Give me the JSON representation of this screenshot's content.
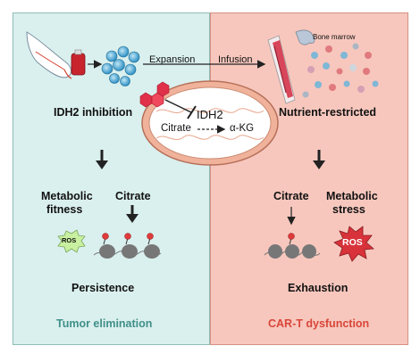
{
  "labels": {
    "expansion": "Expansion",
    "infusion": "Infusion",
    "bone_marrow": "Bone marrow",
    "idh2_inhibition": "IDH2 inhibition",
    "nutrient_restricted": "Nutrient-restricted",
    "idh2": "IDH2",
    "citrate_mito": "Citrate",
    "akg": "α-KG",
    "metabolic_fitness_1": "Metabolic",
    "metabolic_fitness_2": "fitness",
    "citrate_left": "Citrate",
    "citrate_right": "Citrate",
    "metabolic_stress_1": "Metabolic",
    "metabolic_stress_2": "stress",
    "ros_left": "ROS",
    "ros_right": "ROS",
    "persistence": "Persistence",
    "exhaustion": "Exhaustion",
    "tumor_elimination": "Tumor elimination",
    "car_t_dysfunction": "CAR-T dysfunction"
  },
  "colors": {
    "left_bg": "#daf0ee",
    "right_bg": "#f7c7bd",
    "tumor_elimination": "#3f8f89",
    "car_t_dysfunction": "#d9463a",
    "inhibitor": "#e0304a",
    "ros_left": "#c8f0a0",
    "ros_right": "#d8323a"
  },
  "icons": [
    "arm-icon",
    "blood-bag-icon",
    "t-cell-cluster-icon",
    "bone-icon",
    "inhibitor-molecule-icon",
    "mitochondrion-icon",
    "nucleosome-icon",
    "ros-burst-icon"
  ]
}
